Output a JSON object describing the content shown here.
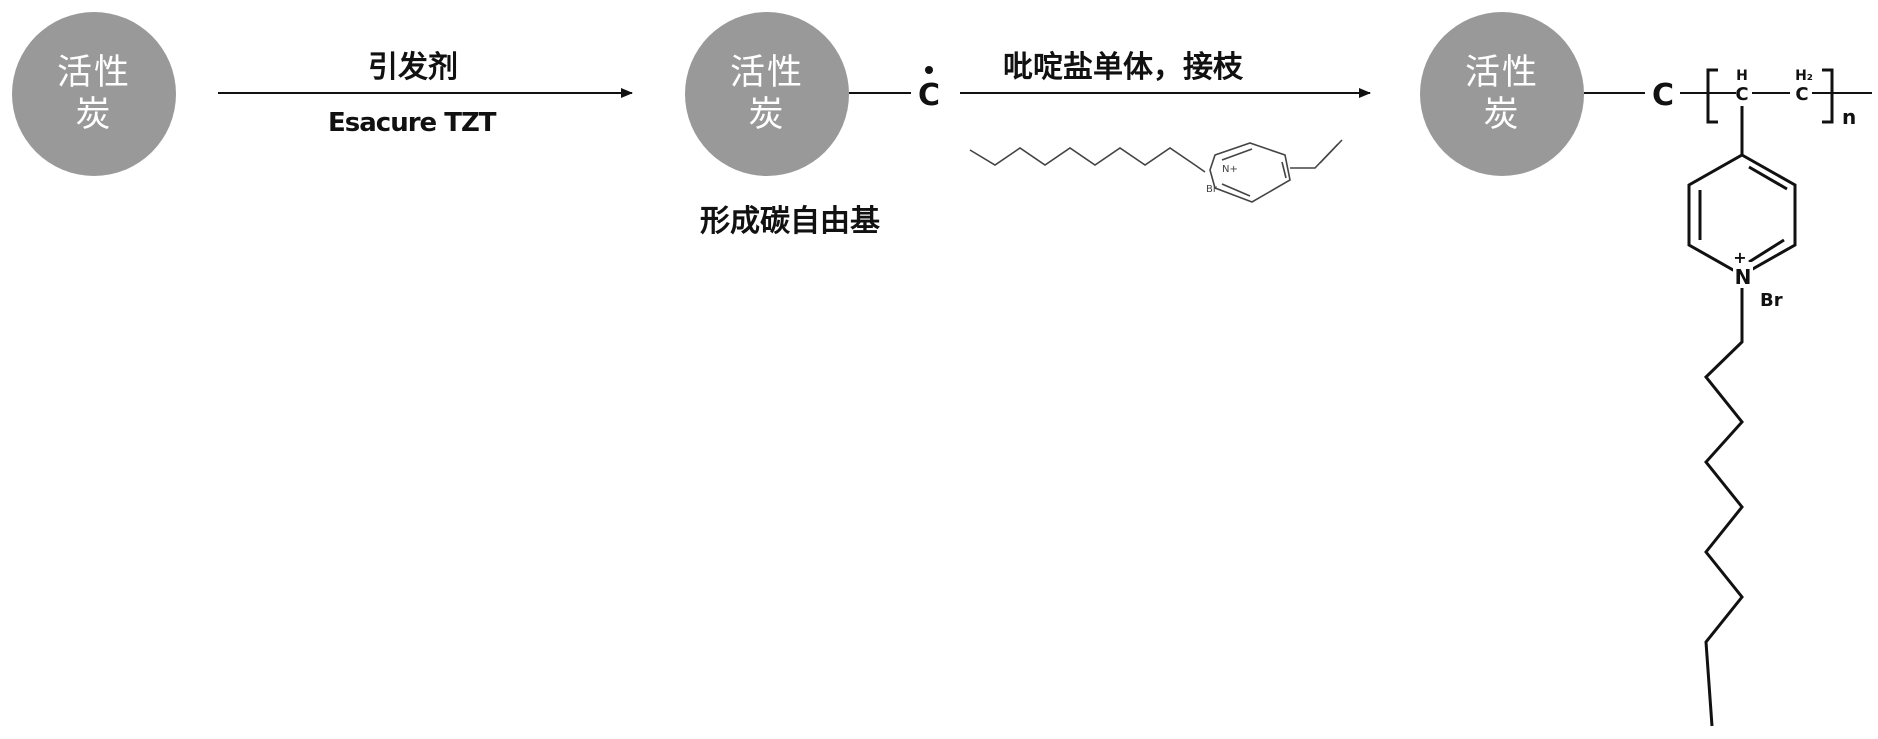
{
  "carbon_label": [
    "活性",
    "炭"
  ],
  "step1": {
    "above": "引发剂",
    "below": "Esacure TZT"
  },
  "radical": {
    "atom": "C",
    "caption": "形成碳自由基"
  },
  "step2": {
    "above": "吡啶盐单体，接枝"
  },
  "monomer": {
    "cation": "N+",
    "anion": "Br-"
  },
  "product": {
    "atom": "C",
    "backbone_ch": "H C",
    "backbone_ch2": "H₂ C",
    "repeat": "n",
    "cation": "N",
    "charge": "+",
    "anion": "Br"
  }
}
